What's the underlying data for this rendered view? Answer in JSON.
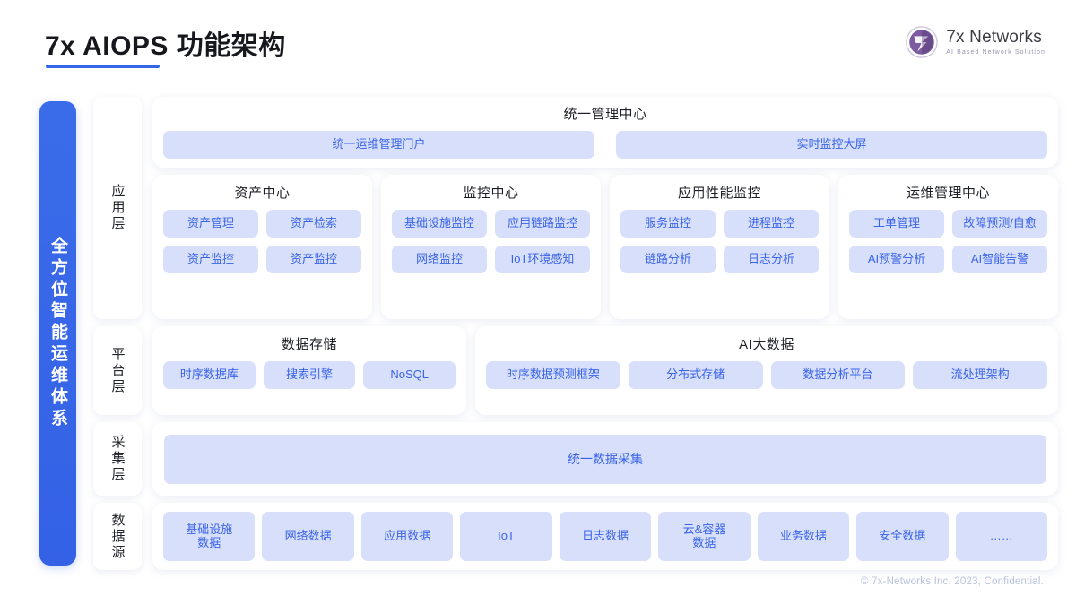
{
  "header": {
    "title": "7x AIOPS 功能架构",
    "logo_name": "7x Networks",
    "logo_tagline": "AI Based Network Solution"
  },
  "spine": {
    "label": "全方位智能运维体系"
  },
  "colors": {
    "accent_blue": "#3366e8",
    "chip_bg": "#d7dffa",
    "chip_text": "#3a64e8",
    "panel_bg": "#ffffff",
    "logo_purple": "#6b4f8f"
  },
  "layers": {
    "application": {
      "label": "应用层",
      "management_center": {
        "title": "统一管理中心",
        "items": [
          "统一运维管理门户",
          "实时监控大屏"
        ]
      },
      "panels": [
        {
          "title": "资产中心",
          "items": [
            "资产管理",
            "资产检索",
            "资产监控",
            "资产监控"
          ]
        },
        {
          "title": "监控中心",
          "items": [
            "基础设施监控",
            "应用链路监控",
            "网络监控",
            "IoT环境感知"
          ]
        },
        {
          "title": "应用性能监控",
          "items": [
            "服务监控",
            "进程监控",
            "链路分析",
            "日志分析"
          ]
        },
        {
          "title": "运维管理中心",
          "items": [
            "工单管理",
            "故障预测/自愈",
            "AI预警分析",
            "AI智能告警"
          ]
        }
      ]
    },
    "platform": {
      "label": "平台层",
      "panels": [
        {
          "title": "数据存储",
          "items": [
            "时序数据库",
            "搜索引擎",
            "NoSQL"
          ]
        },
        {
          "title": "AI大数据",
          "items": [
            "时序数据预测框架",
            "分布式存储",
            "数据分析平台",
            "流处理架构"
          ]
        }
      ]
    },
    "collection": {
      "label": "采集层",
      "items": [
        "统一数据采集"
      ]
    },
    "datasource": {
      "label": "数据源",
      "items": [
        "基础设施\n数据",
        "网络数据",
        "应用数据",
        "IoT",
        "日志数据",
        "云&容器\n数据",
        "业务数据",
        "安全数据",
        "……"
      ]
    }
  },
  "footer": {
    "copyright": "© 7x-Networks Inc. 2023, Confidential."
  }
}
